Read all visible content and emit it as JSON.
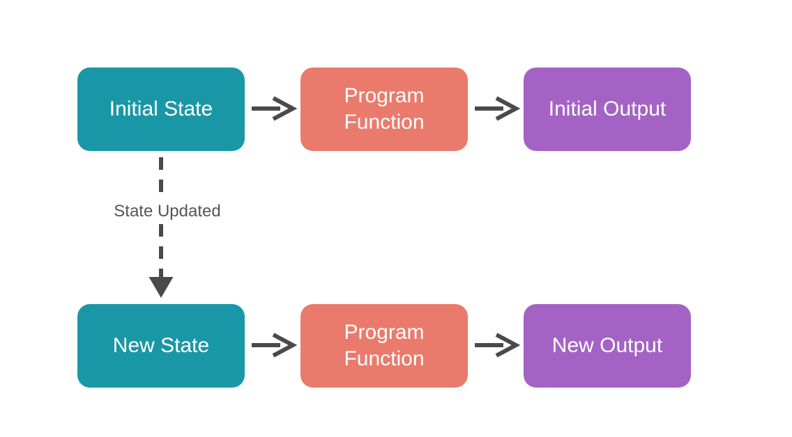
{
  "colors": {
    "state_fill": "#1a97a6",
    "function_fill": "#ea7b6c",
    "output_fill": "#a463c4",
    "arrow": "#4a4a4a",
    "label_text": "#555555"
  },
  "nodes": {
    "initial_state": "Initial State",
    "program_function_top": "Program Function",
    "initial_output": "Initial Output",
    "new_state": "New State",
    "program_function_bottom": "Program Function",
    "new_output": "New Output"
  },
  "edges": {
    "state_updated_label": "State Updated"
  }
}
